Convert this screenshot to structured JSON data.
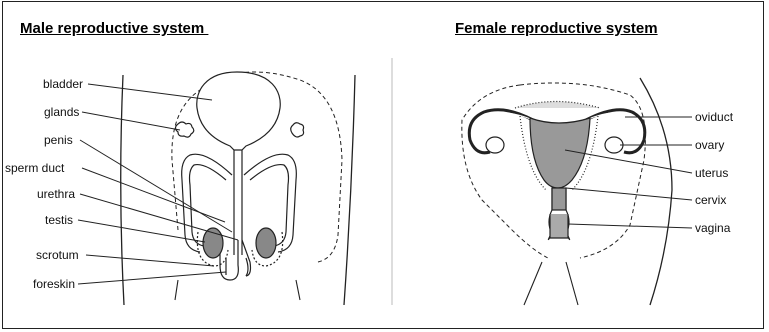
{
  "male": {
    "title": "Male reproductive system ",
    "labels": [
      "bladder",
      "glands",
      "penis",
      "sperm duct",
      "urethra",
      "testis",
      "scrotum",
      "foreskin"
    ]
  },
  "female": {
    "title": "Female reproductive system",
    "labels": [
      "oviduct",
      "ovary",
      "uterus",
      "cervix",
      "vagina"
    ]
  }
}
